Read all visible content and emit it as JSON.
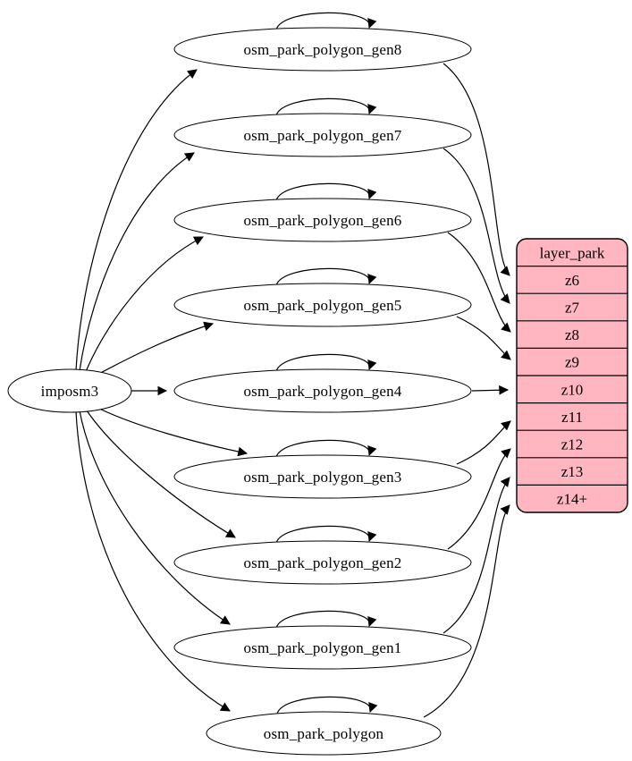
{
  "colors": {
    "background": "#ffffff",
    "node_fill": "#ffffff",
    "stroke": "#000000",
    "table_fill": "#ffb6c1",
    "text": "#000000"
  },
  "source": {
    "label": "imposm3"
  },
  "nodes": [
    {
      "label": "osm_park_polygon_gen8",
      "self_loop": true,
      "feeds_row": "z6"
    },
    {
      "label": "osm_park_polygon_gen7",
      "self_loop": true,
      "feeds_row": "z7"
    },
    {
      "label": "osm_park_polygon_gen6",
      "self_loop": true,
      "feeds_row": "z8"
    },
    {
      "label": "osm_park_polygon_gen5",
      "self_loop": true,
      "feeds_row": "z9"
    },
    {
      "label": "osm_park_polygon_gen4",
      "self_loop": true,
      "feeds_row": "z10"
    },
    {
      "label": "osm_park_polygon_gen3",
      "self_loop": true,
      "feeds_row": "z11"
    },
    {
      "label": "osm_park_polygon_gen2",
      "self_loop": true,
      "feeds_row": "z12"
    },
    {
      "label": "osm_park_polygon_gen1",
      "self_loop": true,
      "feeds_row": "z13"
    },
    {
      "label": "osm_park_polygon",
      "self_loop": true,
      "feeds_row": "z14+"
    }
  ],
  "table": {
    "title": "layer_park",
    "rows": [
      "z6",
      "z7",
      "z8",
      "z9",
      "z10",
      "z11",
      "z12",
      "z13",
      "z14+"
    ]
  },
  "edges": [
    {
      "from": "imposm3",
      "to": "osm_park_polygon_gen8"
    },
    {
      "from": "imposm3",
      "to": "osm_park_polygon_gen7"
    },
    {
      "from": "imposm3",
      "to": "osm_park_polygon_gen6"
    },
    {
      "from": "imposm3",
      "to": "osm_park_polygon_gen5"
    },
    {
      "from": "imposm3",
      "to": "osm_park_polygon_gen4"
    },
    {
      "from": "imposm3",
      "to": "osm_park_polygon_gen3"
    },
    {
      "from": "imposm3",
      "to": "osm_park_polygon_gen2"
    },
    {
      "from": "imposm3",
      "to": "osm_park_polygon_gen1"
    },
    {
      "from": "imposm3",
      "to": "osm_park_polygon"
    },
    {
      "from": "osm_park_polygon_gen8",
      "to": "osm_park_polygon_gen8"
    },
    {
      "from": "osm_park_polygon_gen7",
      "to": "osm_park_polygon_gen7"
    },
    {
      "from": "osm_park_polygon_gen6",
      "to": "osm_park_polygon_gen6"
    },
    {
      "from": "osm_park_polygon_gen5",
      "to": "osm_park_polygon_gen5"
    },
    {
      "from": "osm_park_polygon_gen4",
      "to": "osm_park_polygon_gen4"
    },
    {
      "from": "osm_park_polygon_gen3",
      "to": "osm_park_polygon_gen3"
    },
    {
      "from": "osm_park_polygon_gen2",
      "to": "osm_park_polygon_gen2"
    },
    {
      "from": "osm_park_polygon_gen1",
      "to": "osm_park_polygon_gen1"
    },
    {
      "from": "osm_park_polygon",
      "to": "osm_park_polygon"
    },
    {
      "from": "osm_park_polygon_gen8",
      "to": "layer_park:z6"
    },
    {
      "from": "osm_park_polygon_gen7",
      "to": "layer_park:z7"
    },
    {
      "from": "osm_park_polygon_gen6",
      "to": "layer_park:z8"
    },
    {
      "from": "osm_park_polygon_gen5",
      "to": "layer_park:z9"
    },
    {
      "from": "osm_park_polygon_gen4",
      "to": "layer_park:z10"
    },
    {
      "from": "osm_park_polygon_gen3",
      "to": "layer_park:z11"
    },
    {
      "from": "osm_park_polygon_gen2",
      "to": "layer_park:z12"
    },
    {
      "from": "osm_park_polygon_gen1",
      "to": "layer_park:z13"
    },
    {
      "from": "osm_park_polygon",
      "to": "layer_park:z14+"
    }
  ]
}
